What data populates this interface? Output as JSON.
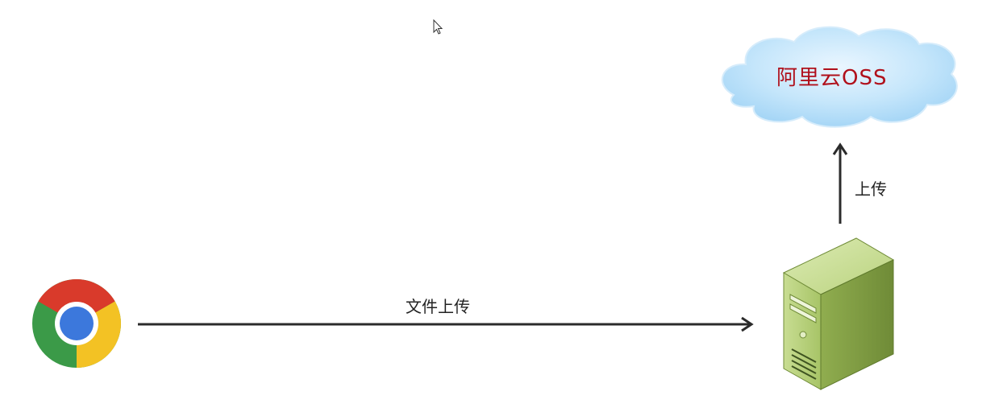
{
  "diagram": {
    "browser_icon": "chrome-browser-icon",
    "server_icon": "server-tower-icon",
    "cloud_label": "阿里云OSS",
    "edge_browser_to_server_label": "文件上传",
    "edge_server_to_cloud_label": "上传",
    "colors": {
      "cloud_text": "#b0101b",
      "arrow": "#2b2b2b",
      "server_green": "#9cba5a",
      "cloud_blue": "#bfe3fb"
    }
  }
}
